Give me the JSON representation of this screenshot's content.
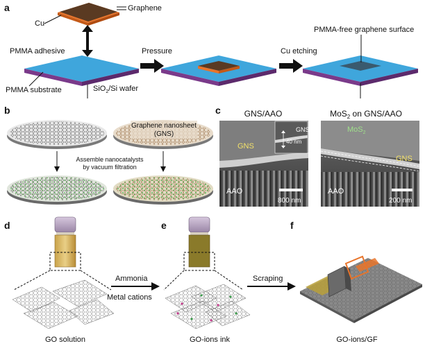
{
  "panels": {
    "a": {
      "letter": "a",
      "label_graphene": "Graphene",
      "label_cu": "Cu",
      "label_pmma_adhesive": "PMMA adhesive",
      "label_pmma_substrate": "PMMA substrate",
      "label_wafer": "SiO",
      "label_wafer_sub": "2",
      "label_wafer_tail": "/Si wafer",
      "step_pressure": "Pressure",
      "step_cu_etching": "Cu etching",
      "label_surface": "PMMA-free graphene surface"
    },
    "b": {
      "letter": "b",
      "label_gns_line1": "Graphene nanosheet",
      "label_gns_line2": "(GNS)",
      "label_assemble_line1": "Assemble nanocatalysts",
      "label_assemble_line2": "by vacuum filtration"
    },
    "c": {
      "letter": "c",
      "title_left": "GNS/AAO",
      "title_right_pre": "MoS",
      "title_right_sub": "2",
      "title_right_post": " on GNS/AAO",
      "left_gns": "GNS",
      "left_inset_gns": "GNS",
      "left_inset_scale": "40 nm",
      "left_aao": "AAO",
      "left_scale": "800 nm",
      "right_mos2_pre": "MoS",
      "right_mos2_sub": "2",
      "right_gns": "GNS",
      "right_aao": "AAO",
      "right_scale": "200 nm"
    },
    "d": {
      "letter": "d",
      "caption": "GO solution"
    },
    "e": {
      "letter": "e",
      "caption": "GO-ions ink",
      "arrow_top": "Ammonia",
      "arrow_bottom": "Metal cations"
    },
    "f": {
      "letter": "f",
      "caption": "GO-ions/GF",
      "arrow_top": "Scraping"
    }
  },
  "colors": {
    "pmma_blue": "#3fa6dc",
    "wafer_purple": "#7a3a8a",
    "cu_orange": "#e8742a",
    "graphene_brown": "#5a3a22",
    "go_yellow": "#d9b45a"
  }
}
